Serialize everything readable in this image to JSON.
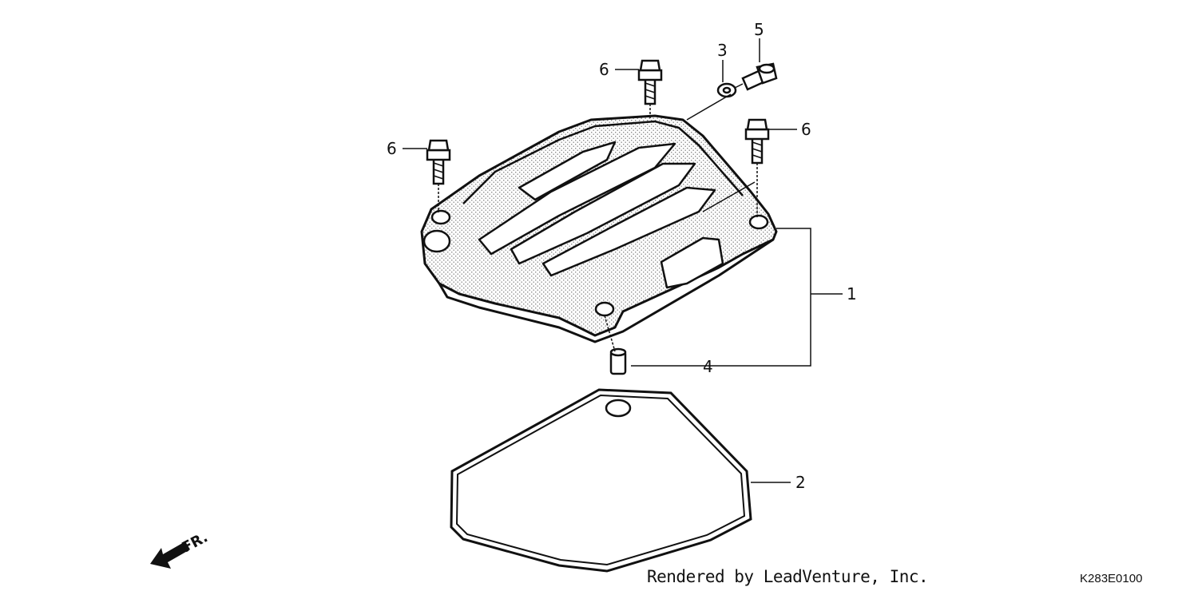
{
  "diagram": {
    "callouts": {
      "head_cover": "1",
      "gasket": "2",
      "washer": "3",
      "dowel": "4",
      "bolt_small": "5",
      "bolt_top": "6",
      "bolt_left": "6",
      "bolt_right": "6"
    },
    "front_label": "FR."
  },
  "footer": {
    "credit": "Rendered by LeadVenture, Inc.",
    "code": "K283E0100"
  },
  "colors": {
    "line": "#111111",
    "stipple": "#9a9a9a"
  }
}
